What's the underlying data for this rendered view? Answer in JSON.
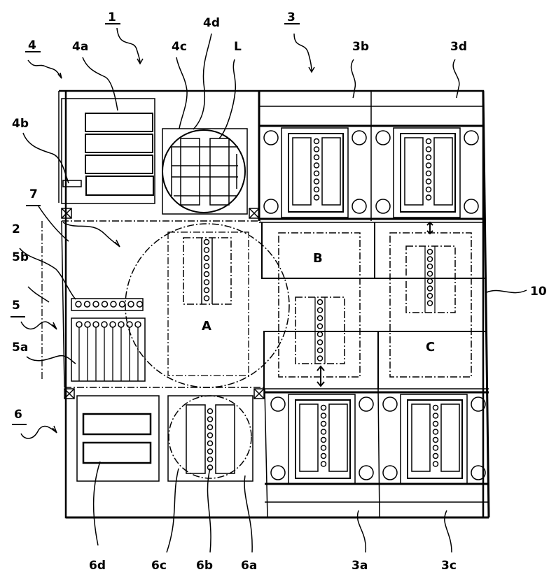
{
  "figure": {
    "type": "patent-layout-diagram",
    "reference_labels": {
      "system": "1",
      "transfer_area": "2",
      "processing_units": "3",
      "unit_3a": "3a",
      "unit_3b": "3b",
      "unit_3c": "3c",
      "unit_3d": "3d",
      "loading_section": "4",
      "cassettes_4a": "4a",
      "door_4b": "4b",
      "stage_4c": "4c",
      "grid_4d": "4d",
      "lot_L": "L",
      "buffer_section": "5",
      "holder_5a": "5a",
      "pins_5b": "5b",
      "unloading_section": "6",
      "stage_6a": "6a",
      "array_6b": "6b",
      "circle_6c": "6c",
      "cassettes_6d": "6d",
      "partition_7": "7",
      "corridor_10": "10"
    },
    "region_letters": {
      "A": "A",
      "B": "B",
      "C": "C"
    }
  }
}
